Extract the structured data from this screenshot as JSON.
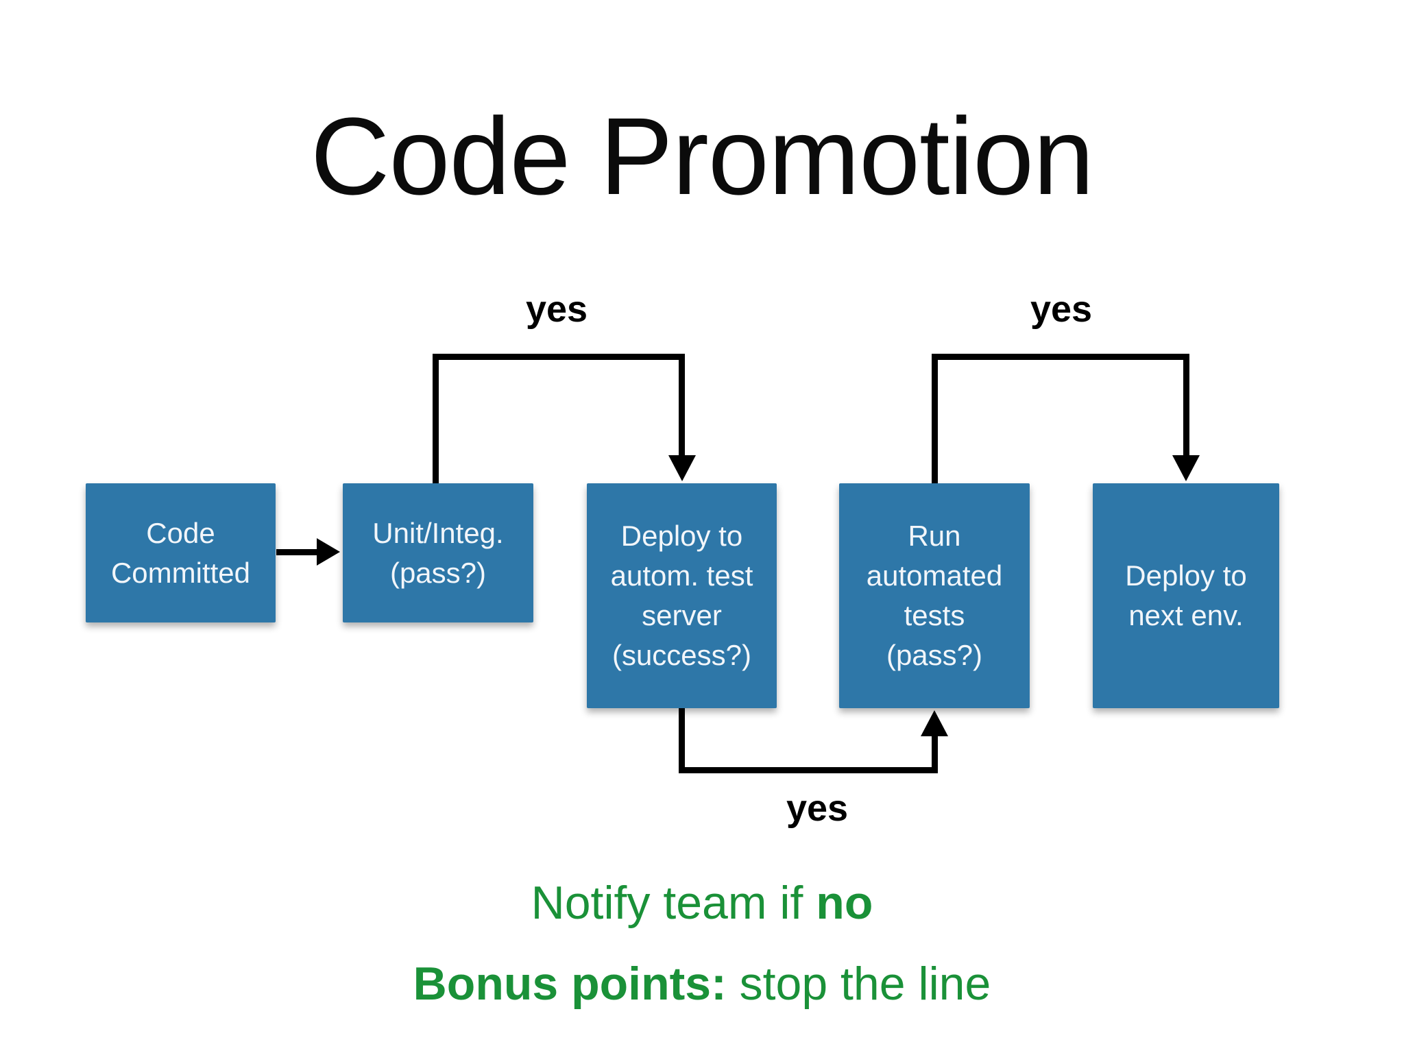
{
  "title": "Code Promotion",
  "colors": {
    "box_fill": "#2E77A8",
    "box_text": "#F2F6FA",
    "line_black": "#000000",
    "footer_green": "#1A9138"
  },
  "nodes": [
    {
      "id": "code-committed",
      "label": "Code\nCommitted"
    },
    {
      "id": "unit-integ",
      "label": "Unit/Integ.\n(pass?)"
    },
    {
      "id": "deploy-autom-test",
      "label": "Deploy to\nautom. test\nserver\n(success?)"
    },
    {
      "id": "run-automated-tests",
      "label": "Run\nautomated\ntests\n(pass?)"
    },
    {
      "id": "deploy-next-env",
      "label": "Deploy to\nnext env."
    }
  ],
  "edges": [
    {
      "from": "Code Committed",
      "to": "Unit/Integ. (pass?)",
      "label": ""
    },
    {
      "from": "Unit/Integ. (pass?)",
      "to": "Deploy to autom. test server (success?)",
      "label": "yes"
    },
    {
      "from": "Deploy to autom. test server (success?)",
      "to": "Run automated tests (pass?)",
      "label": "yes"
    },
    {
      "from": "Run automated tests (pass?)",
      "to": "Deploy to next env.",
      "label": "yes"
    }
  ],
  "footer": {
    "line1_regular": "Notify team if ",
    "line1_bold": "no",
    "line2_bold": "Bonus points:",
    "line2_regular": " stop the line"
  }
}
